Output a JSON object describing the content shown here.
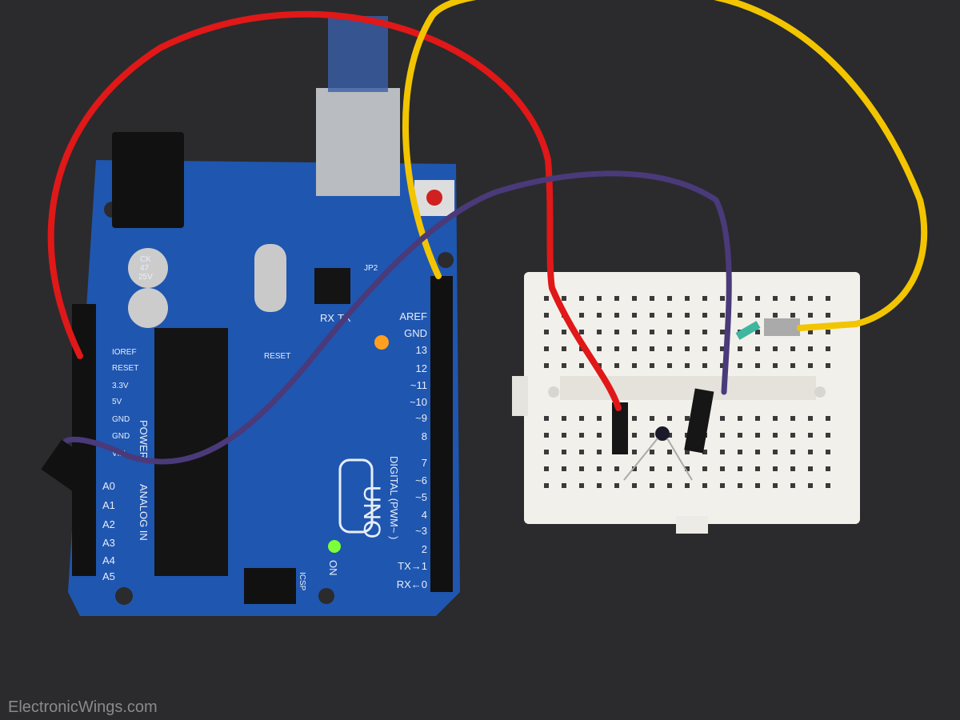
{
  "watermark": "ElectronicWings.com",
  "board": {
    "model": "UNO",
    "digital_label": "DIGITAL (PWM~ )",
    "analog_label": "ANALOG IN",
    "power_label": "POWER",
    "on_label": "ON",
    "icsp_label": "ICSP",
    "jp2_label": "JP2",
    "rx_label": "RX",
    "tx_label": "TX",
    "reset_btn_label": "RESET",
    "capacitor_text": [
      "CK",
      "47",
      "25V"
    ],
    "power_pins": [
      "IOREF",
      "RESET",
      "3.3V",
      "5V",
      "GND",
      "GND",
      "VIN"
    ],
    "analog_pins": [
      "A0",
      "A1",
      "A2",
      "A3",
      "A4",
      "A5"
    ],
    "digital_pins": [
      "AREF",
      "GND",
      "13",
      "12",
      "~11",
      "~10",
      "~9",
      "8",
      "7",
      "~6",
      "~5",
      "4",
      "~3",
      "2",
      "TX→1",
      "RX←0"
    ]
  },
  "colors": {
    "background": "#2b2b2d",
    "board": "#1f56b0",
    "wire_red": "#e01818",
    "wire_yellow": "#f2c500",
    "wire_purple": "#4a3a7a",
    "breadboard": "#f2f0ea",
    "led_orange": "#ffa020",
    "led_green": "#7dff3a"
  }
}
